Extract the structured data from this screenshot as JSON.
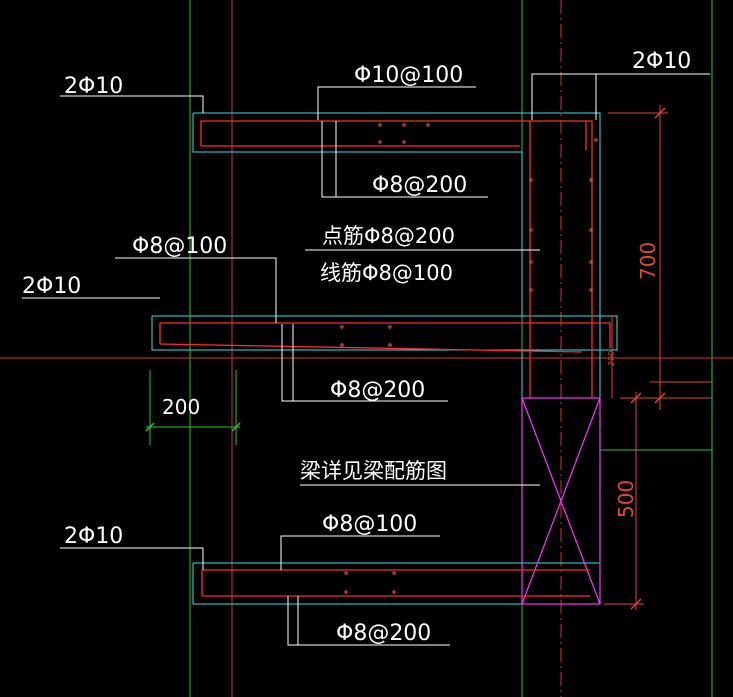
{
  "colors": {
    "background": "#000000",
    "leader": "#ffffff",
    "outline": "#33e0e8",
    "rebar": "#ff2a2a",
    "axis_green": "#22cc22",
    "axis_red": "#d8342f",
    "dimension": "#e0463a",
    "void_cross": "#ff33ff",
    "dot": "#ff6666"
  },
  "labels": {
    "top_left_bars": "2Φ10",
    "top_main": "Φ10@100",
    "top_right_bars": "2Φ10",
    "top_dist": "Φ8@200",
    "point_bars": "点筋Φ8@200",
    "line_bars": "线筋Φ8@100",
    "mid_main": "Φ8@100",
    "mid_left_bars": "2Φ10",
    "mid_dist": "Φ8@200",
    "beam_note": "梁详见梁配筋图",
    "bot_left_bars": "2Φ10",
    "bot_main": "Φ8@100",
    "bot_dist": "Φ8@200"
  },
  "dimensions": {
    "width_200": "200",
    "height_700": "700",
    "height_500": "500",
    "small_200": "200"
  }
}
